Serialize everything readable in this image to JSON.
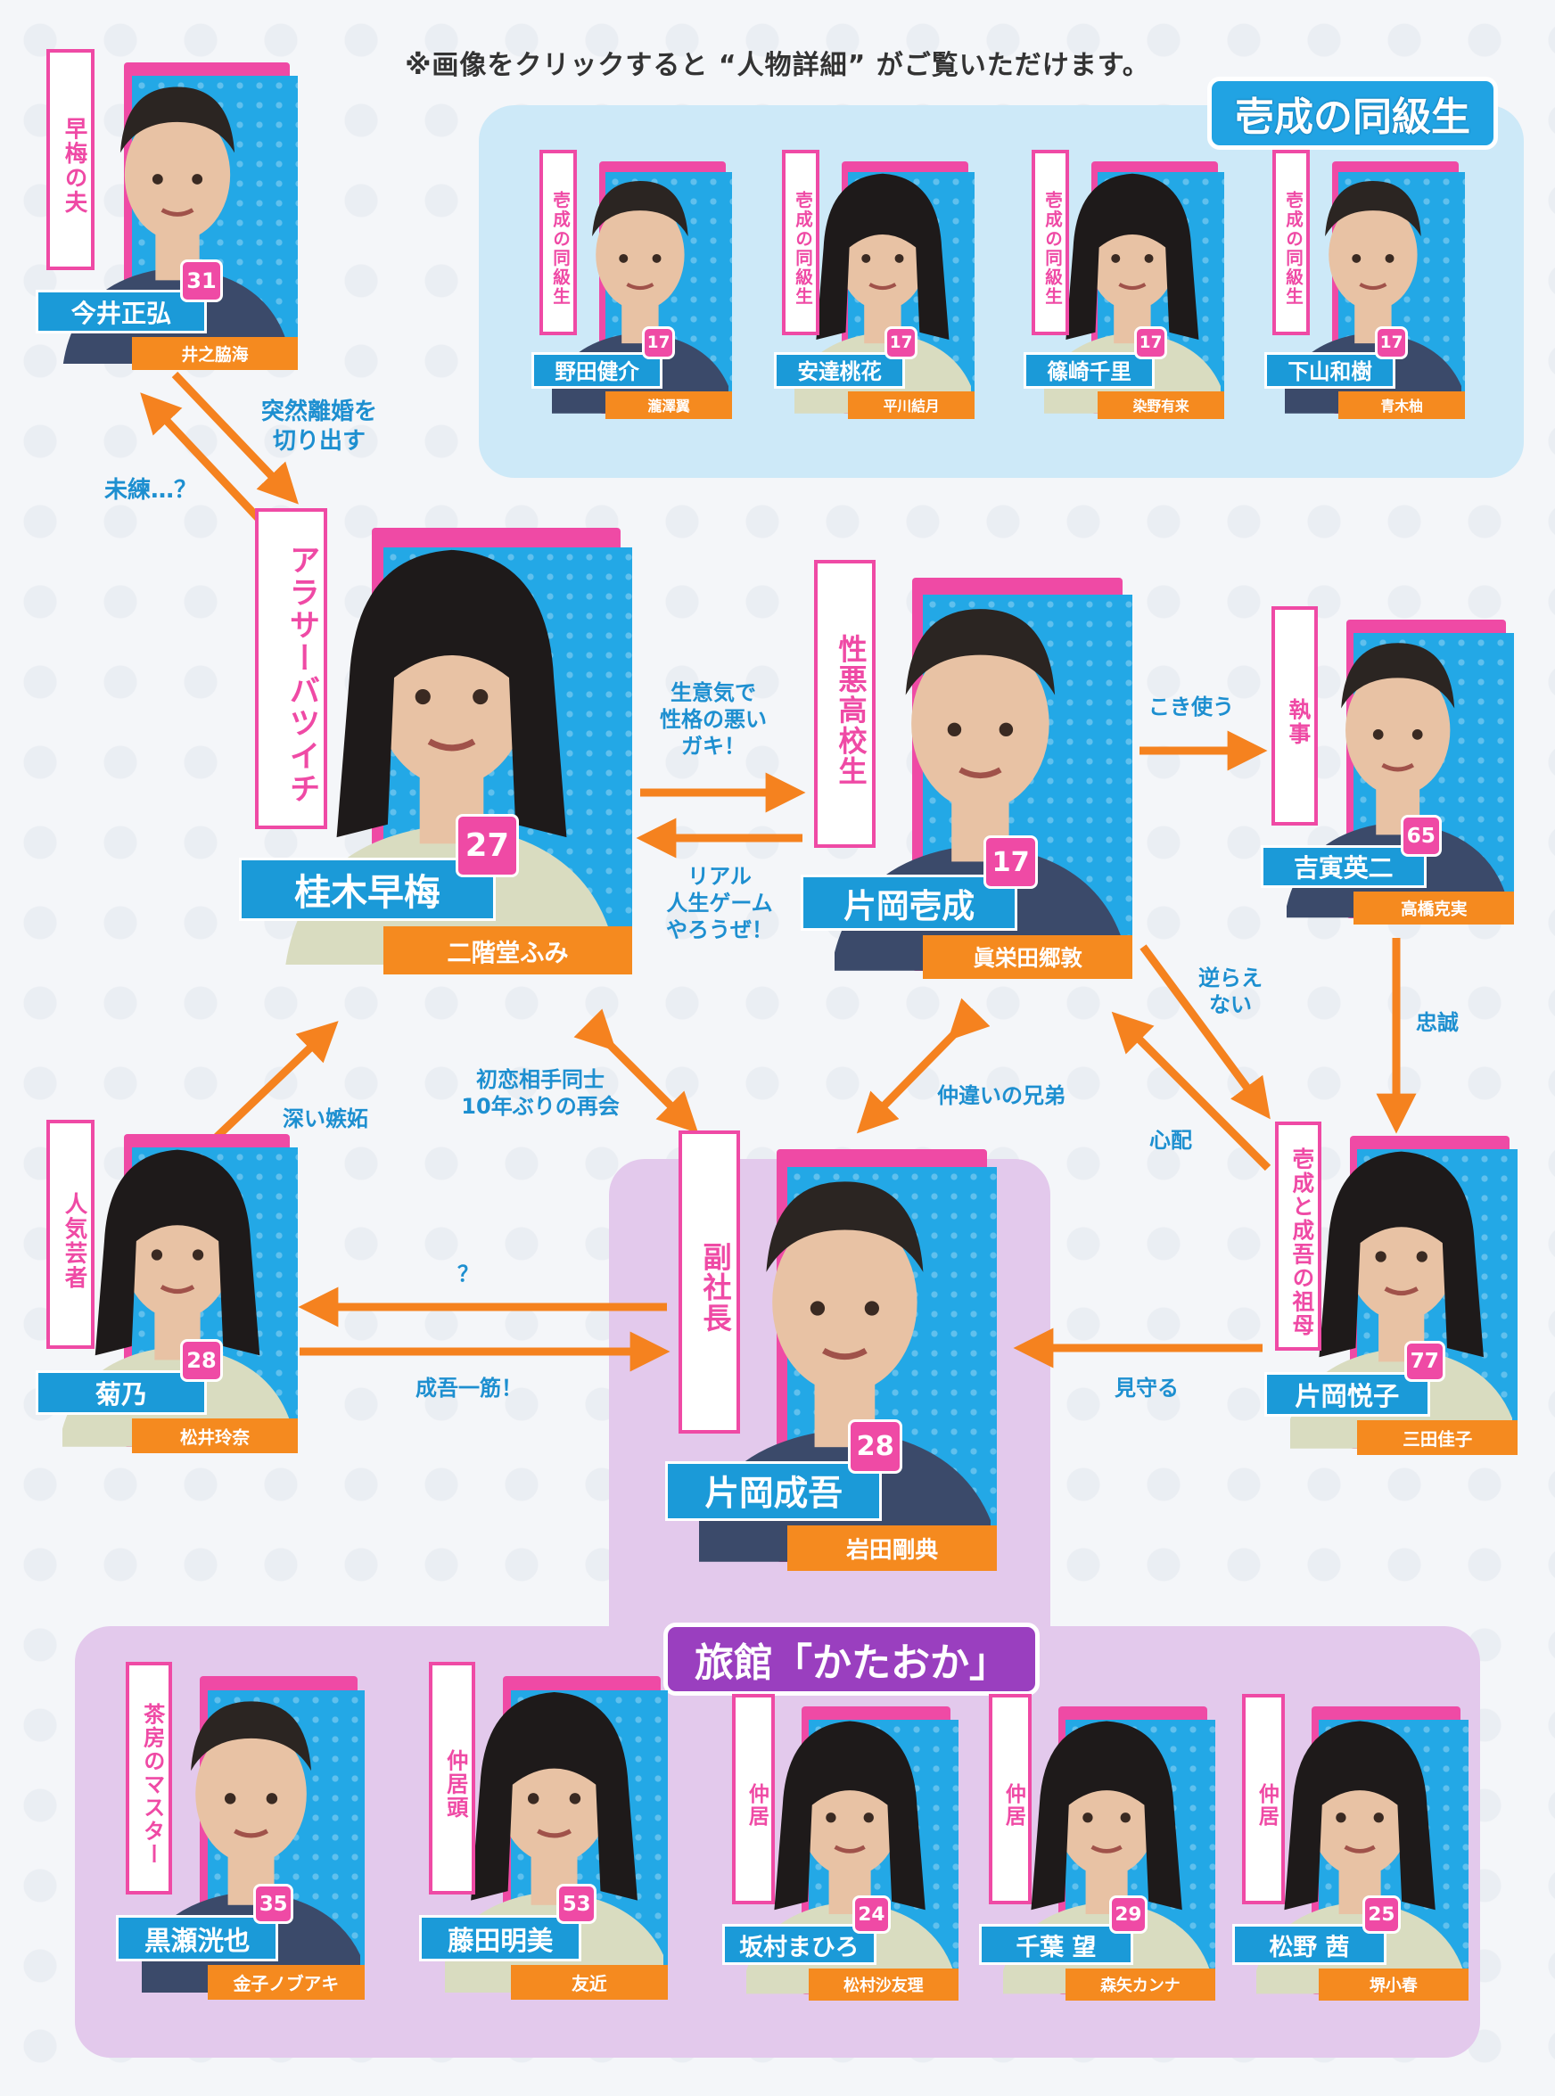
{
  "note": "※画像をクリックすると “人物詳細” がご覧いただけます。",
  "groups": {
    "classmates": "壱成の同級生",
    "ryokan": "旅館「かたおか」"
  },
  "characters": {
    "imai": {
      "role": "早梅の夫",
      "name": "今井正弘",
      "age": "31",
      "actor": "井之脇海"
    },
    "noda": {
      "role": "壱成の同級生",
      "name": "野田健介",
      "age": "17",
      "actor": "瀧澤翼"
    },
    "adachi": {
      "role": "壱成の同級生",
      "name": "安達桃花",
      "age": "17",
      "actor": "平川結月"
    },
    "shinozaki": {
      "role": "壱成の同級生",
      "name": "篠崎千里",
      "age": "17",
      "actor": "染野有来"
    },
    "shimoyama": {
      "role": "壱成の同級生",
      "name": "下山和樹",
      "age": "17",
      "actor": "青木柚"
    },
    "katsuragi": {
      "role": "アラサーバツイチ",
      "name": "桂木早梅",
      "age": "27",
      "actor": "二階堂ふみ"
    },
    "issei": {
      "role": "性悪高校生",
      "name": "片岡壱成",
      "age": "17",
      "actor": "眞栄田郷敦"
    },
    "yoshitora": {
      "role": "執事",
      "name": "吉寅英二",
      "age": "65",
      "actor": "高橋克実"
    },
    "kikuno": {
      "role": "人気芸者",
      "name": "菊乃",
      "age": "28",
      "actor": "松井玲奈"
    },
    "seigo": {
      "role": "副社長",
      "name": "片岡成吾",
      "age": "28",
      "actor": "岩田剛典"
    },
    "etsuko": {
      "role": "壱成と成吾の祖母",
      "name": "片岡悦子",
      "age": "77",
      "actor": "三田佳子"
    },
    "kurose": {
      "role": "茶房のマスター",
      "name": "黒瀬洸也",
      "age": "35",
      "actor": "金子ノブアキ"
    },
    "fujita": {
      "role": "仲居頭",
      "name": "藤田明美",
      "age": "53",
      "actor": "友近"
    },
    "sakamura": {
      "role": "仲居",
      "name": "坂村まひろ",
      "age": "24",
      "actor": "松村沙友理"
    },
    "chiba": {
      "role": "仲居",
      "name": "千葉 望",
      "age": "29",
      "actor": "森矢カンナ"
    },
    "matsuno": {
      "role": "仲居",
      "name": "松野 茜",
      "age": "25",
      "actor": "堺小春"
    }
  },
  "relations": {
    "imai_to_katsuragi": "突然離婚を\n切り出す",
    "katsuragi_to_imai": "未練…？",
    "katsuragi_to_issei": "生意気で\n性格の悪い\nガキ！",
    "issei_to_katsuragi": "リアル\n人生ゲーム\nやろうぜ！",
    "issei_to_yoshitora": "こき使う",
    "yoshitora_to_etsuko": "忠誠",
    "issei_to_etsuko": "逆らえ\nない",
    "etsuko_to_issei": "心配",
    "katsuragi_seigo": "初恋相手同士\n10年ぶりの再会",
    "issei_seigo": "仲違いの兄弟",
    "kikuno_to_katsuragi": "深い嫉妬",
    "seigo_to_kikuno": "？",
    "kikuno_to_seigo": "成吾一筋！",
    "etsuko_to_seigo": "見守る"
  },
  "colors": {
    "accent_pink": "#ef4aa5",
    "accent_cyan": "#23a8e6",
    "name_blue": "#1b9ad8",
    "actor_orange": "#f58a1f",
    "arrow_orange": "#f5821f",
    "label_blue": "#1d8fd0",
    "panel_blue": "#cde9f8",
    "panel_purple": "#e3c9ec",
    "title_purple": "#9a3fbf"
  }
}
